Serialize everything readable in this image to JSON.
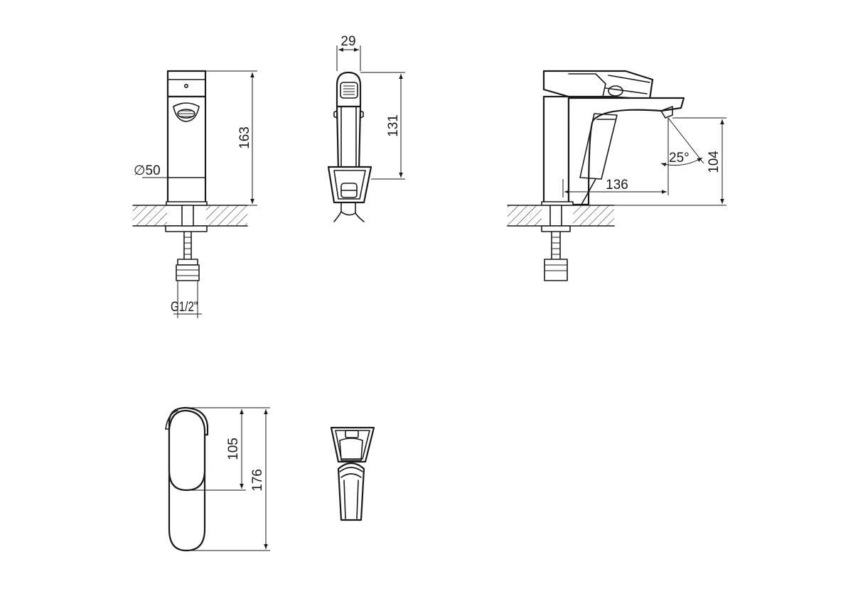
{
  "dimensions": {
    "height_front": "163",
    "diameter_base": "∅50",
    "thread": "G1/2\"",
    "width_side": "29",
    "height_side": "131",
    "angle_spout": "25°",
    "reach_spout": "136",
    "height_spout": "104",
    "handle_length": "105",
    "depth_top": "176"
  },
  "colors": {
    "line": "#1a1a1a",
    "background": "#ffffff"
  }
}
